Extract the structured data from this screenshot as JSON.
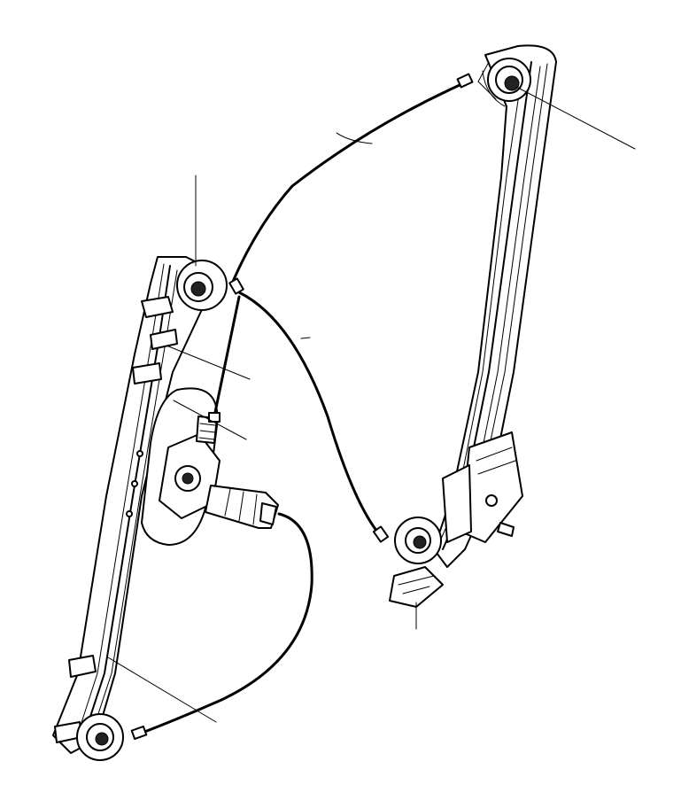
{
  "diagram": {
    "type": "exploded-parts-illustration",
    "subject": "window-regulator-assembly",
    "leader_count": 7,
    "labels": []
  }
}
